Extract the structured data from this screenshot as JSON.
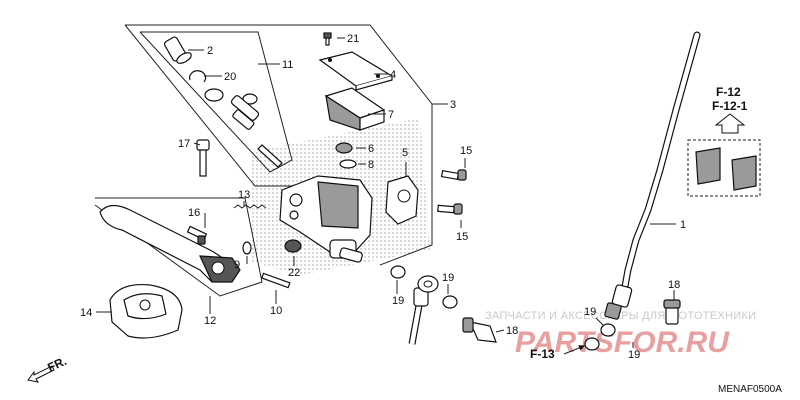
{
  "callouts": {
    "c1": "1",
    "c2": "2",
    "c3": "3",
    "c4": "4",
    "c5": "5",
    "c6": "6",
    "c7": "7",
    "c8": "8",
    "c9": "9",
    "c10": "10",
    "c11": "11",
    "c12": "12",
    "c13": "13",
    "c14": "14",
    "c15a": "15",
    "c15b": "15",
    "c16": "16",
    "c17": "17",
    "c18a": "18",
    "c18b": "18",
    "c19a": "19",
    "c19b": "19",
    "c19c": "19",
    "c19d": "19",
    "c20": "20",
    "c21": "21",
    "c22": "22"
  },
  "references": {
    "f12": "F-12",
    "f12_1": "F-12-1",
    "f13": "F-13"
  },
  "direction": {
    "front": "FR."
  },
  "diagram_code": "MENAF0500A",
  "watermark": {
    "line1": "ЗАПЧАСТИ И АКСЕССУАРЫ ДЛЯ МОТОТЕХНИКИ",
    "line2": "PARTSFOR.RU"
  }
}
